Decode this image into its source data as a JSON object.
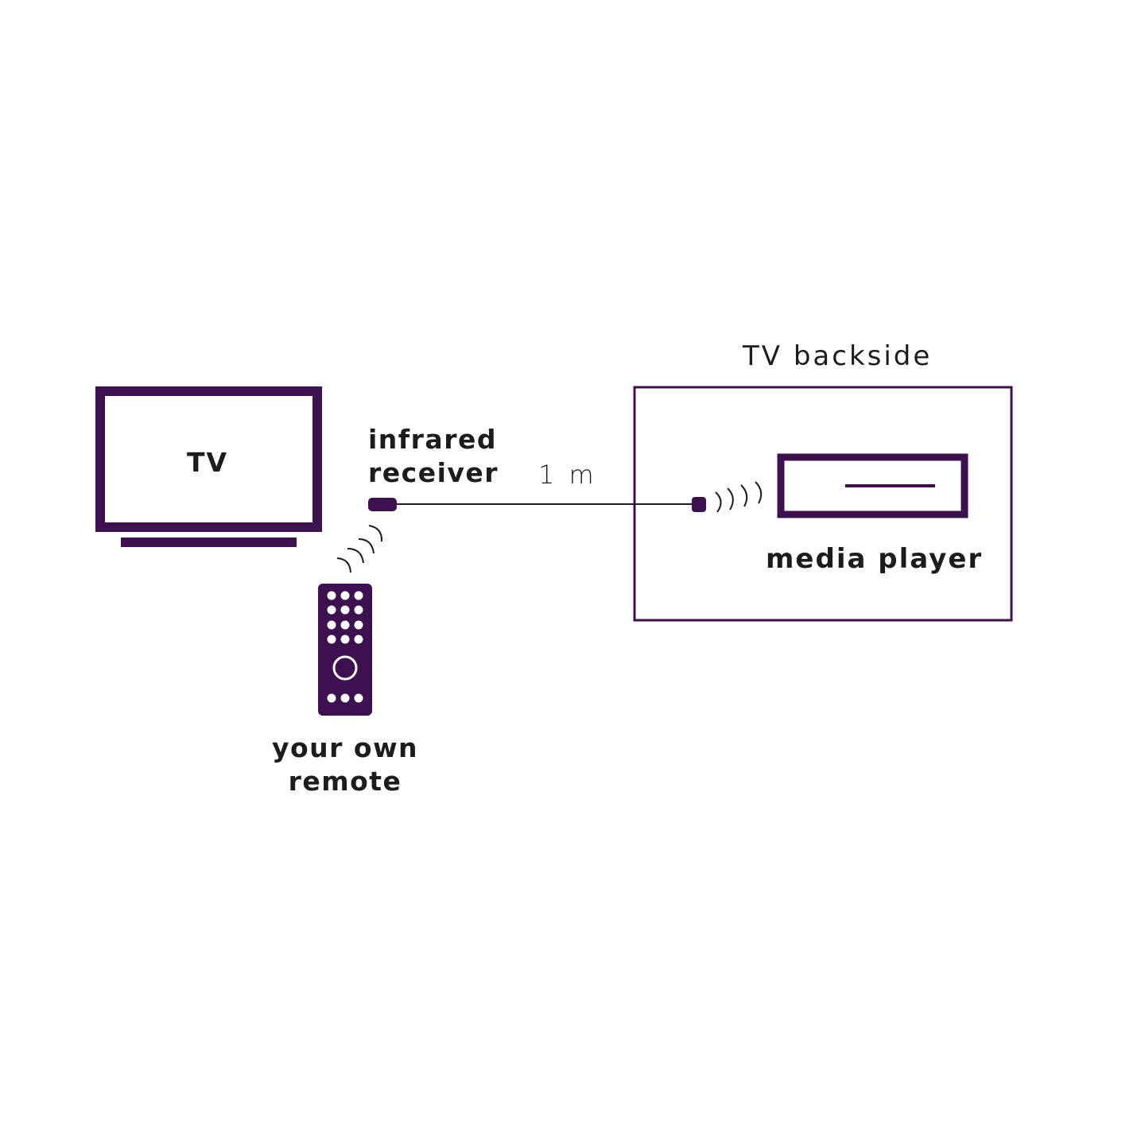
{
  "diagram": {
    "colors": {
      "accent": "#3d1150",
      "text": "#1c1c1c",
      "line": "#1c1c1c",
      "background": "#ffffff"
    },
    "labels": {
      "tv": "TV",
      "infrared_receiver_line1": "infrared",
      "infrared_receiver_line2": "receiver",
      "cable_length": "1 m",
      "tv_backside": "TV backside",
      "media_player": "media player",
      "remote_line1": "your own",
      "remote_line2": "remote"
    },
    "icons": {
      "tv": "tv-icon",
      "ir_receiver": "ir-receiver-icon",
      "remote": "remote-control-icon",
      "signal_waves": "signal-waves-icon",
      "media_player": "media-player-icon",
      "ir_emitter": "ir-emitter-icon"
    }
  }
}
